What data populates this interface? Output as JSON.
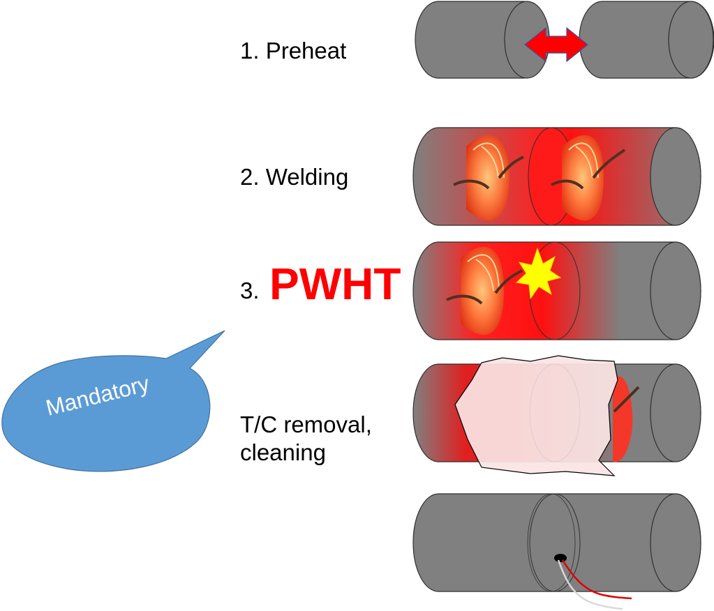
{
  "steps": [
    {
      "label": "1. Preheat"
    },
    {
      "label": "2. Welding"
    },
    {
      "number": "3.",
      "label": "PWHT"
    },
    {
      "line1": "T/C removal,",
      "line2": "cleaning"
    }
  ],
  "callout": {
    "text": "Mandatory"
  },
  "colors": {
    "pipe": "#808080",
    "pipe_outline": "#2f2f2f",
    "heat": "#ff1a1a",
    "arrow": "#ff0000",
    "callout": "#5b9bd5",
    "burst": "#ffff00"
  }
}
